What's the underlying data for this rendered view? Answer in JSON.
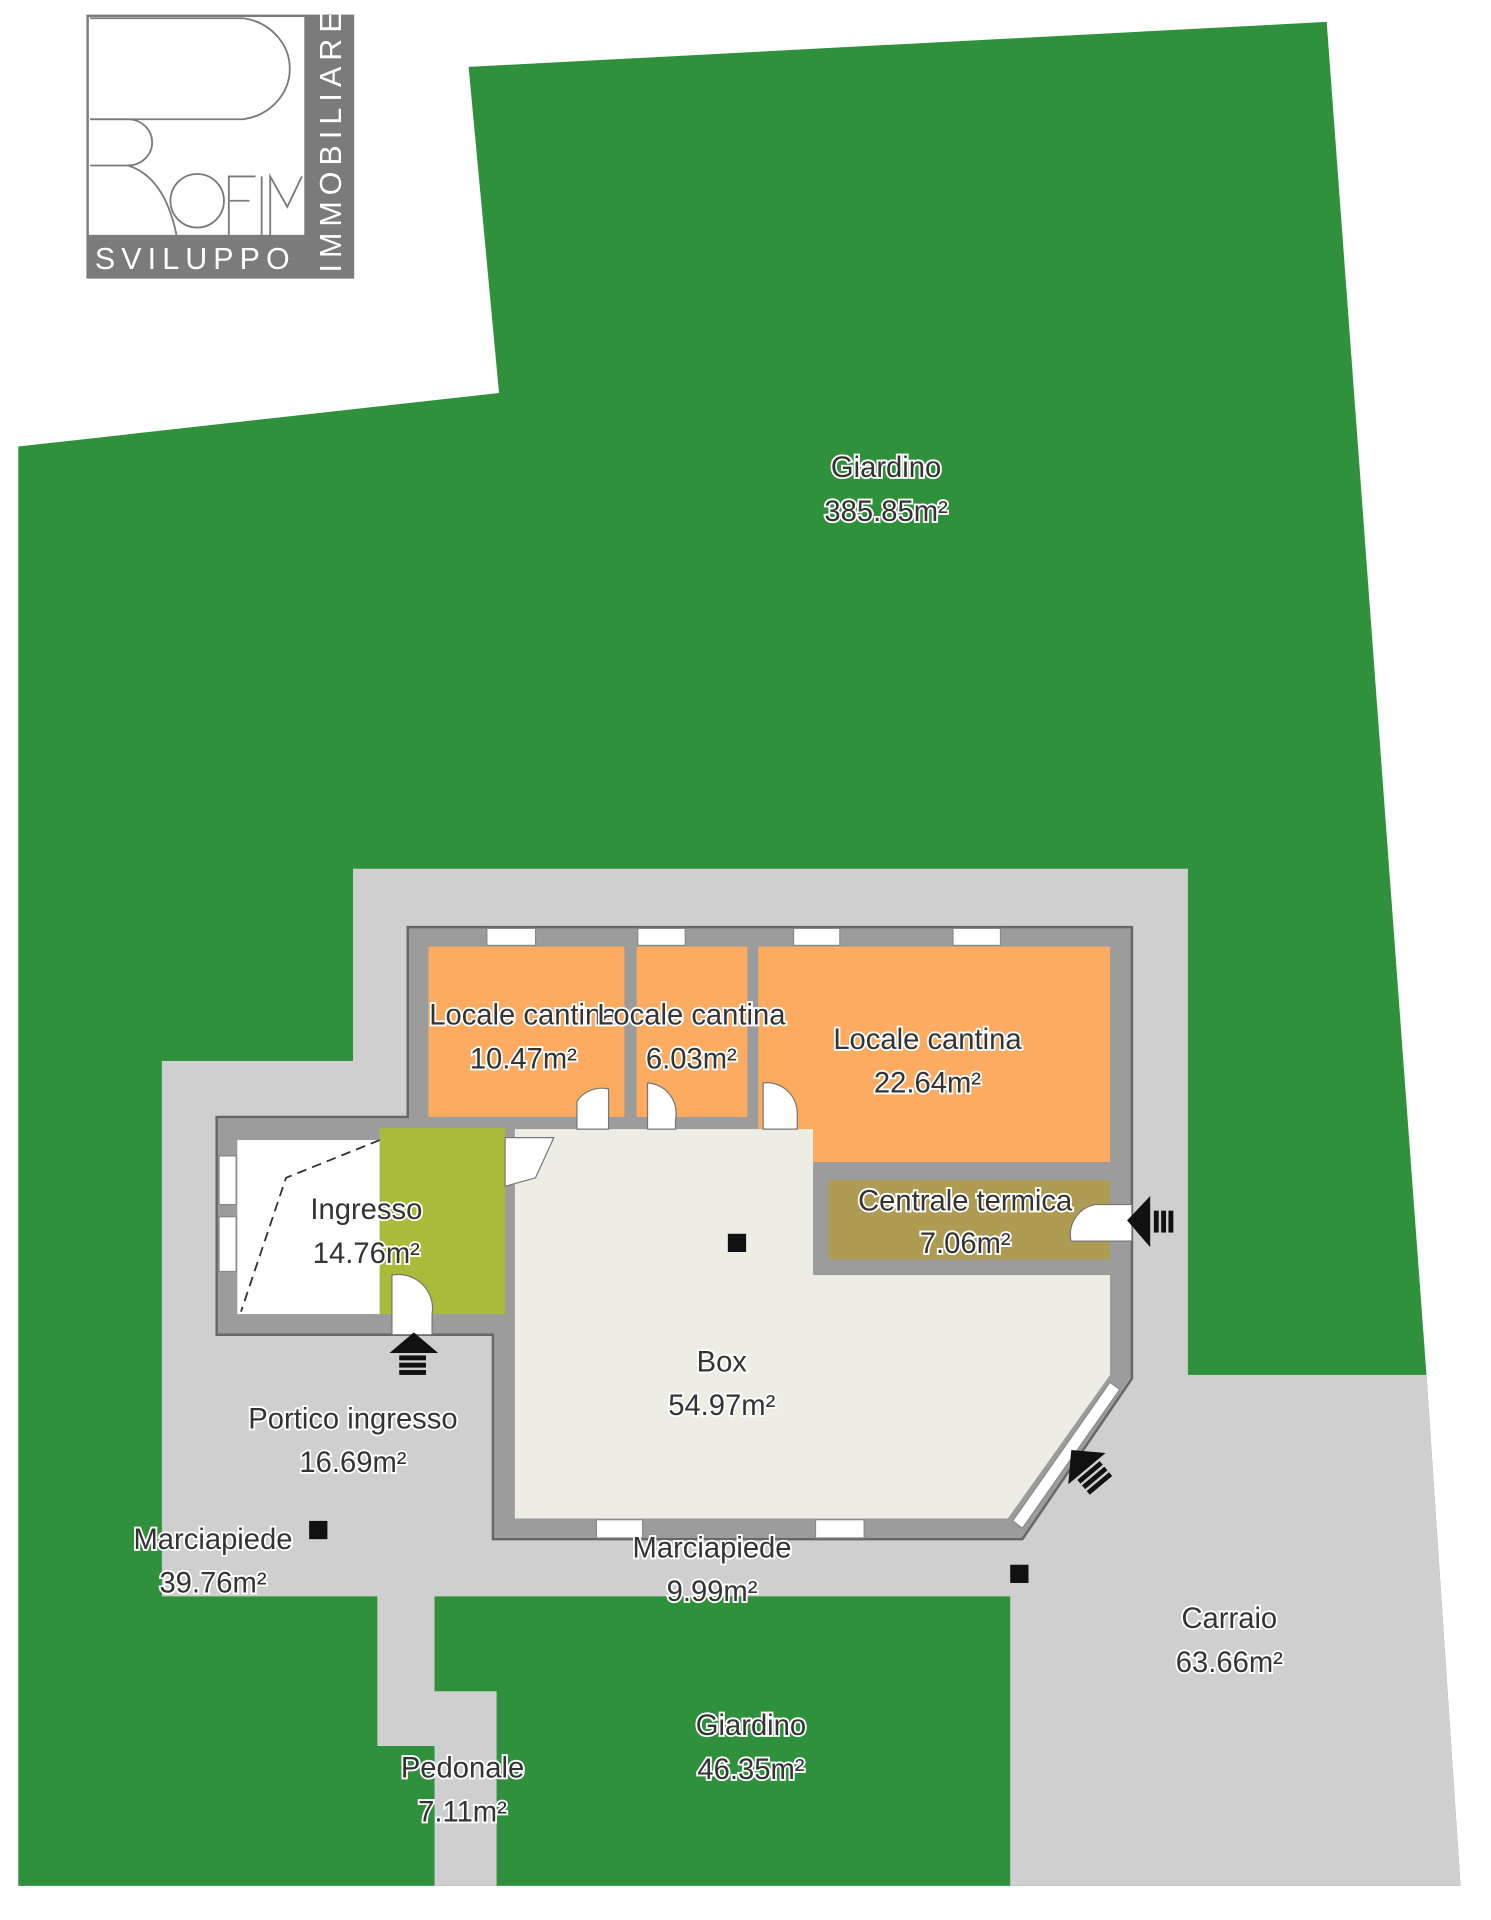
{
  "logo": {
    "brand": "ROFIM",
    "line1": "SVILUPPO",
    "line2": "IMMOBILIARE",
    "color": "#7b7b7b"
  },
  "colors": {
    "garden": "#2f913b",
    "paving": "#cfcfcf",
    "cellar": "#fdab61",
    "box": "#eeede3",
    "entry_green": "#aabb3a",
    "boiler": "#ad9c52",
    "wall": "#9c9c9c"
  },
  "rooms": {
    "giardino_nord": {
      "name": "Giardino",
      "area": "385.85m²"
    },
    "cantina_1": {
      "name": "Locale cantina",
      "area": "10.47m²"
    },
    "cantina_2": {
      "name": "Locale cantina",
      "area": "6.03m²"
    },
    "cantina_3": {
      "name": "Locale cantina",
      "area": "22.64m²"
    },
    "centrale_termica": {
      "name": "Centrale termica",
      "area": "7.06m²"
    },
    "ingresso": {
      "name": "Ingresso",
      "area": "14.76m²"
    },
    "box": {
      "name": "Box",
      "area": "54.97m²"
    },
    "portico": {
      "name": "Portico ingresso",
      "area": "16.69m²"
    },
    "marciapiede_ovest": {
      "name": "Marciapiede",
      "area": "39.76m²"
    },
    "marciapiede_sud": {
      "name": "Marciapiede",
      "area": "9.99m²"
    },
    "carraio": {
      "name": "Carraio",
      "area": "63.66m²"
    },
    "giardino_sud": {
      "name": "Giardino",
      "area": "46.35m²"
    },
    "pedonale": {
      "name": "Pedonale",
      "area": "7.11m²"
    }
  }
}
